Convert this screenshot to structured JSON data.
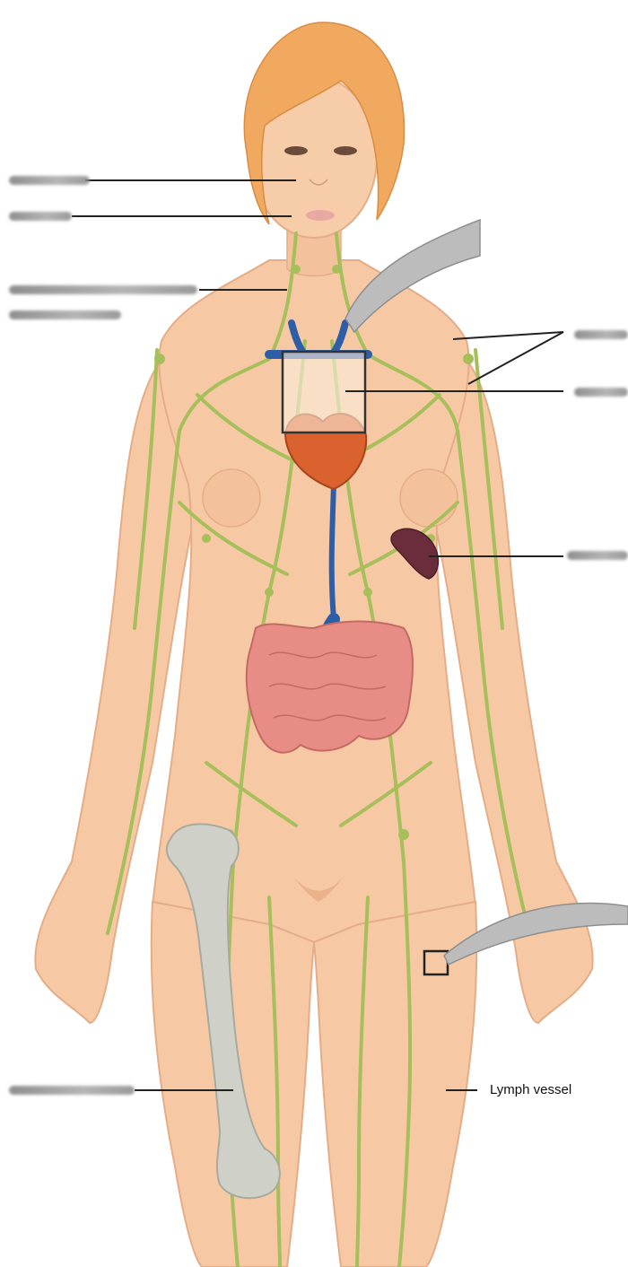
{
  "labels": {
    "lymph_vessel": "Lymph vessel"
  },
  "colors": {
    "skin": "#f6c9a4",
    "skin_shadow": "#eab18a",
    "hair": "#f0a95e",
    "lymph": "#a6bf5a",
    "vein": "#2f5ea8",
    "heart": "#d9622e",
    "spleen": "#6b2c3b",
    "intestine": "#e88c86",
    "bone": "#cfd1c9",
    "leader_line": "#222222",
    "redaction": "#8a8a8a"
  },
  "icons": [
    "body-illustration",
    "lymph-network",
    "heart-organ",
    "spleen-organ",
    "intestine-organ",
    "femur-bone",
    "thoracic-duct"
  ]
}
